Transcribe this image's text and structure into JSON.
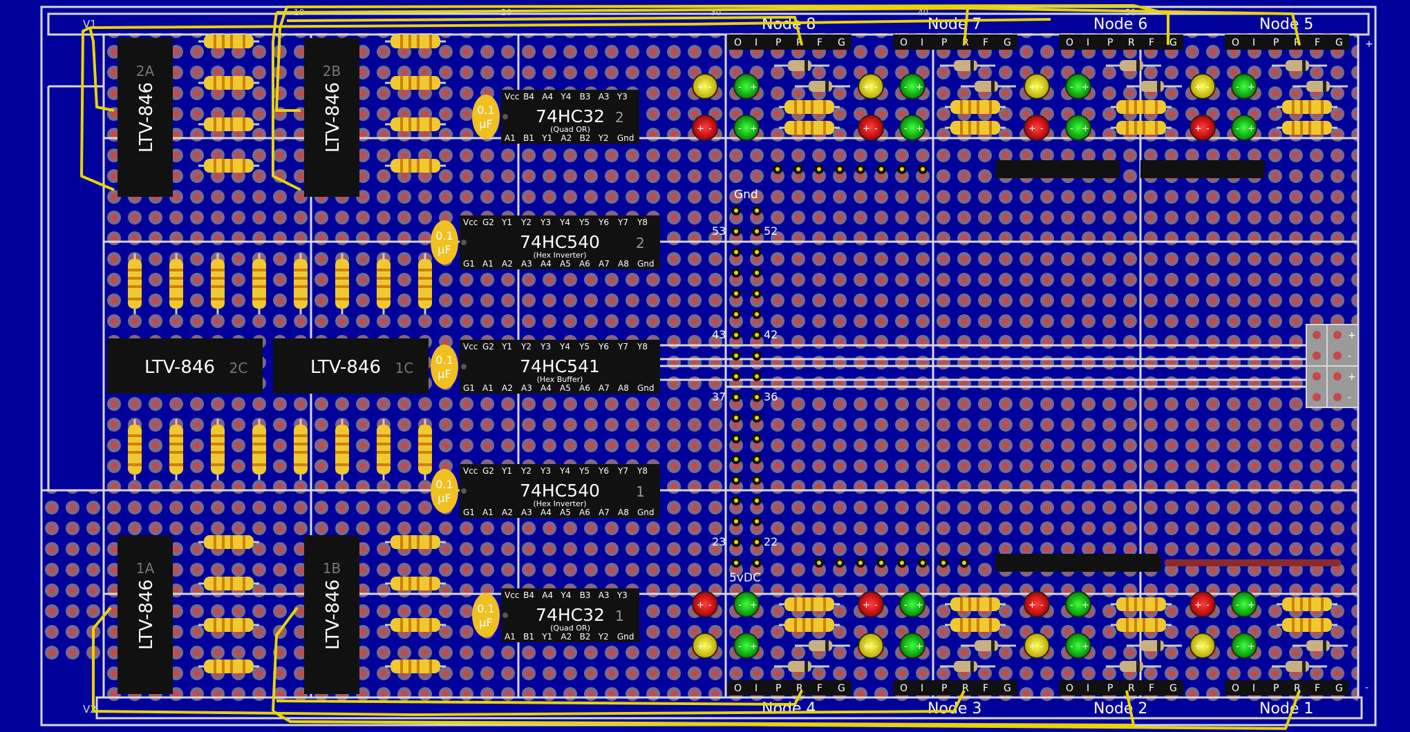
{
  "colors": {
    "background": "#00009a",
    "pad": "#7a6a8a",
    "pad_hole": "#c44a4a",
    "trace": "#d8d8d8",
    "wire": "#e8d400",
    "ic_body": "#111111",
    "cap": "#f0c020",
    "resistor": "#f0c830",
    "led_red": "#d00000",
    "led_green": "#00b000",
    "led_yellow": "#e0d000"
  },
  "rails": {
    "v1": "V1",
    "v2": "V2",
    "plus": "+",
    "minus": "-"
  },
  "column_marks": [
    "10",
    "20",
    "30",
    "40",
    "50"
  ],
  "nodes_top": [
    "Node 8",
    "Node 7",
    "Node 6",
    "Node 5"
  ],
  "nodes_bottom": [
    "Node 4",
    "Node 3",
    "Node 2",
    "Node 1"
  ],
  "node_pins": [
    "O",
    "I",
    "P",
    "R",
    "F",
    "G"
  ],
  "opto_vertical": [
    {
      "name": "LTV-846",
      "tag": "2A"
    },
    {
      "name": "LTV-846",
      "tag": "2B"
    },
    {
      "name": "LTV-846",
      "tag": "1A"
    },
    {
      "name": "LTV-846",
      "tag": "1B"
    }
  ],
  "opto_horizontal": [
    {
      "name": "LTV-846",
      "tag": "2C"
    },
    {
      "name": "LTV-846",
      "tag": "1C"
    }
  ],
  "chips": [
    {
      "part": "74HC32",
      "num": "2",
      "desc": "(Quad OR)",
      "top": [
        "Vcc",
        "B4",
        "A4",
        "Y4",
        "B3",
        "A3",
        "Y3"
      ],
      "bottom": [
        "A1",
        "B1",
        "Y1",
        "A2",
        "B2",
        "Y2",
        "Gnd"
      ]
    },
    {
      "part": "74HC540",
      "num": "2",
      "desc": "(Hex Inverter)",
      "top": [
        "Vcc",
        "G2",
        "Y1",
        "Y2",
        "Y3",
        "Y4",
        "Y5",
        "Y6",
        "Y7",
        "Y8"
      ],
      "bottom": [
        "G1",
        "A1",
        "A2",
        "A3",
        "A4",
        "A5",
        "A6",
        "A7",
        "A8",
        "Gnd"
      ]
    },
    {
      "part": "74HC541",
      "num": "",
      "desc": "(Hex Buffer)",
      "top": [
        "Vcc",
        "G2",
        "Y1",
        "Y2",
        "Y3",
        "Y4",
        "Y5",
        "Y6",
        "Y7",
        "Y8"
      ],
      "bottom": [
        "G1",
        "A1",
        "A2",
        "A3",
        "A4",
        "A5",
        "A6",
        "A7",
        "A8",
        "Gnd"
      ]
    },
    {
      "part": "74HC540",
      "num": "1",
      "desc": "(Hex Inverter)",
      "top": [
        "Vcc",
        "G2",
        "Y1",
        "Y2",
        "Y3",
        "Y4",
        "Y5",
        "Y6",
        "Y7",
        "Y8"
      ],
      "bottom": [
        "G1",
        "A1",
        "A2",
        "A3",
        "A4",
        "A5",
        "A6",
        "A7",
        "A8",
        "Gnd"
      ]
    },
    {
      "part": "74HC32",
      "num": "1",
      "desc": "(Quad OR)",
      "top": [
        "Vcc",
        "B4",
        "A4",
        "Y4",
        "B3",
        "A3",
        "Y3"
      ],
      "bottom": [
        "A1",
        "B1",
        "Y1",
        "A2",
        "B2",
        "Y2",
        "Gnd"
      ]
    }
  ],
  "cap_value": [
    "0.1",
    "µF"
  ],
  "header": {
    "gnd": "Gnd",
    "vdc": "5vDC",
    "pairs": [
      [
        "53",
        "52"
      ],
      [
        "43",
        "42"
      ],
      [
        "37",
        "36"
      ],
      [
        "23",
        "22"
      ]
    ]
  },
  "led_signs": {
    "plus": "+",
    "minus": "-"
  }
}
